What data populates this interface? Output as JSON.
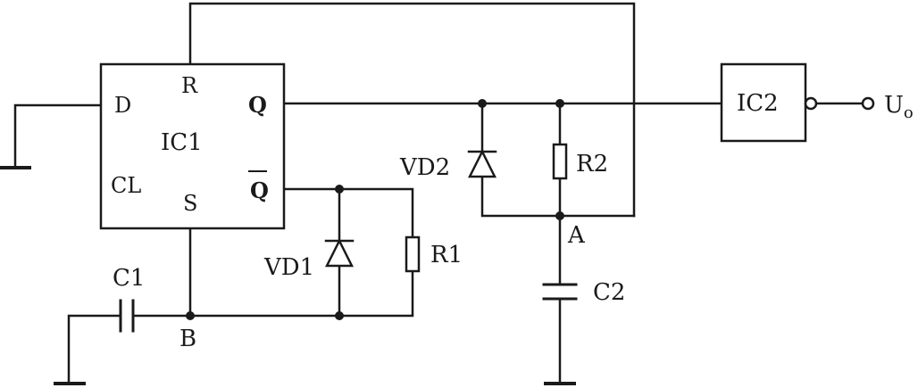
{
  "ic1": {
    "name": "IC1",
    "pins": {
      "d": "D",
      "cl": "CL",
      "r": "R",
      "s": "S",
      "q": "Q",
      "qbar": "Q"
    }
  },
  "ic2": {
    "name": "IC2"
  },
  "components": {
    "c1": "C1",
    "c2": "C2",
    "r1": "R1",
    "r2": "R2",
    "vd1": "VD1",
    "vd2": "VD2"
  },
  "nodes": {
    "a": "A",
    "b": "B"
  },
  "output": {
    "base": "U",
    "sub": "o"
  }
}
